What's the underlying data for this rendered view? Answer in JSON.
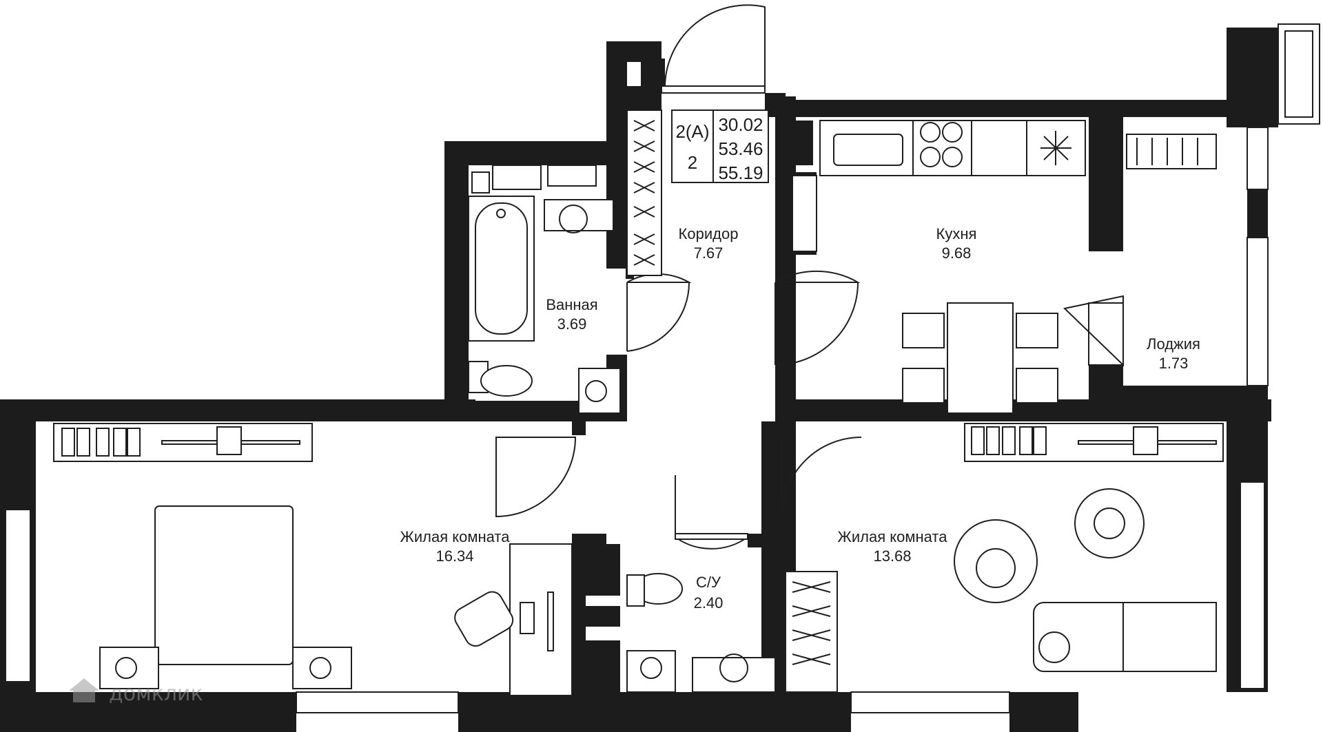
{
  "apartment": {
    "type": "2(А)",
    "rooms": "2",
    "area_living": "30.02",
    "area_total": "53.46",
    "area_with_loggia": "55.19"
  },
  "rooms": [
    {
      "id": "corridor",
      "name": "Коридор",
      "area": "7.67"
    },
    {
      "id": "bathroom",
      "name": "Ванная",
      "area": "3.69"
    },
    {
      "id": "kitchen",
      "name": "Кухня",
      "area": "9.68"
    },
    {
      "id": "loggia",
      "name": "Лоджия",
      "area": "1.73"
    },
    {
      "id": "living1",
      "name": "Жилая комната",
      "area": "16.34"
    },
    {
      "id": "living2",
      "name": "Жилая комната",
      "area": "13.68"
    },
    {
      "id": "wc",
      "name": "С/У",
      "area": "2.40"
    }
  ],
  "watermark": "домклик"
}
